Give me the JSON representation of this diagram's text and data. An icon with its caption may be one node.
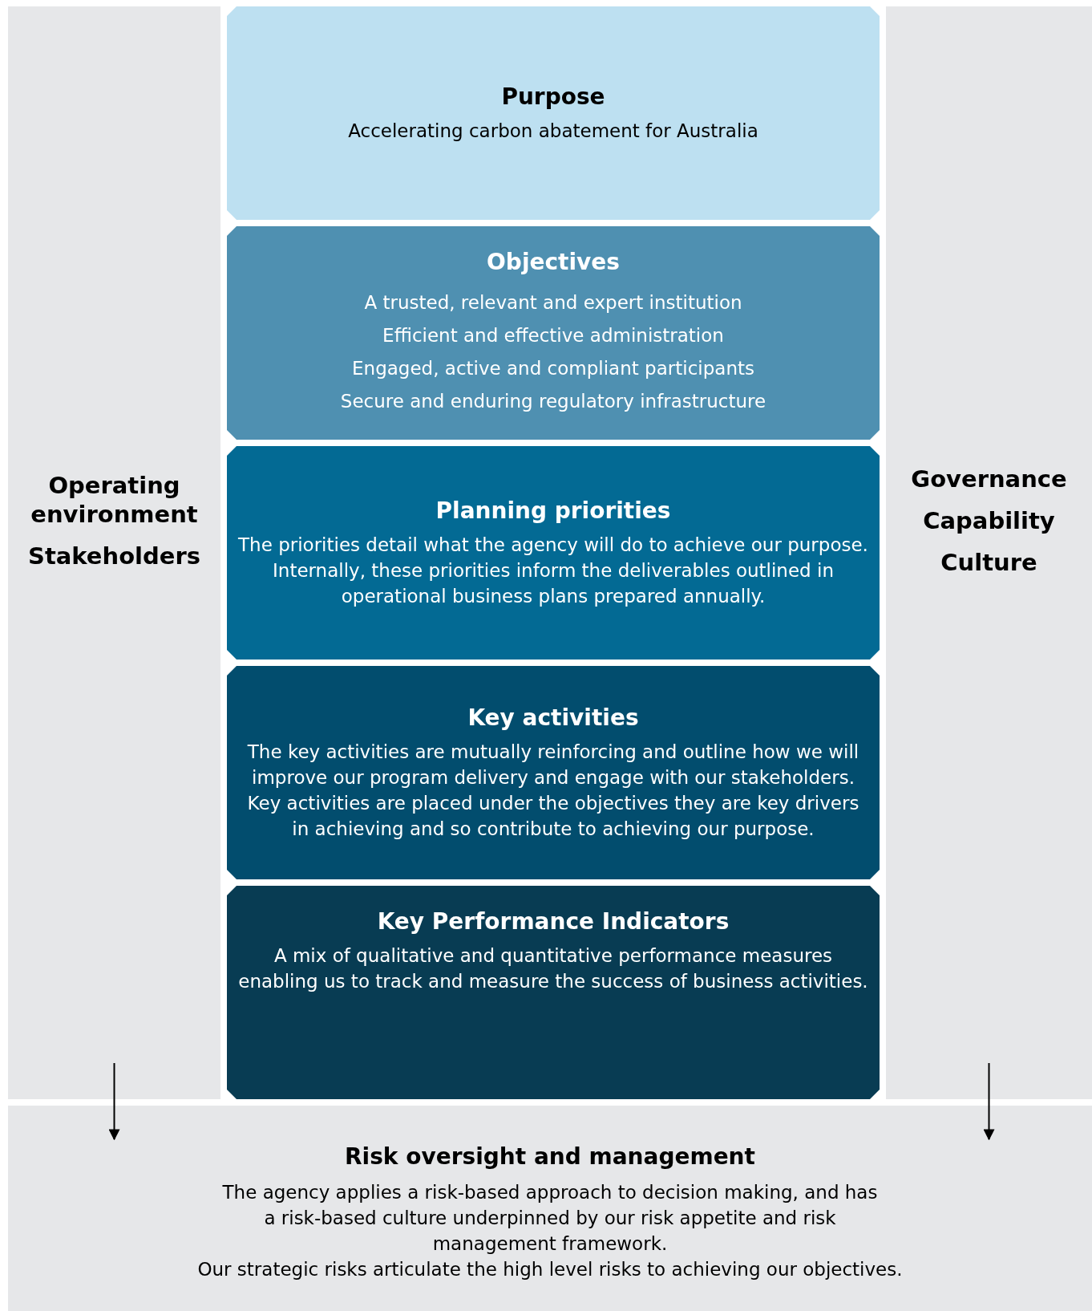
{
  "diagram": {
    "nodes": [
      {
        "text": [
          "Operating environment",
          "Stakeholders"
        ]
      },
      {
        "text": [
          "Purpose",
          "Accelerating carbon abatement for Australia"
        ]
      },
      {
        "text": [
          "Objectives",
          "A trusted, relevant and expert institution",
          "Efficient and effective administration",
          "Engaged, active and compliant participants",
          "Secure and enduring regulatory infrastructure"
        ]
      },
      {
        "text": [
          "Planning priorities",
          "The priorities detail what the agency will do to achieve our purpose. Internally, these priorities inform the deliverables outlined in operational business plans prepared annually."
        ]
      },
      {
        "text": [
          "Key activities",
          "The key activities are mutually reinforcing and outline how we will improve our program delivery and engage with our stakeholders. Key activities are placed under the objectives they are key drivers in achieving and so contribute to achieving our purpose."
        ]
      },
      {
        "text": [
          "Key Performance Indicators",
          "A mix of qualitative and quantitative performance measures enabling us to track and measure the success of business activities."
        ]
      },
      {
        "text": [
          "Governance",
          "Capability",
          "Culture"
        ]
      },
      {
        "text": [
          "Risk oversight and management",
          "The agency applies a risk-based approach to decision making, and has a risk-based culture underpinned by our risk appetite and risk management framework.",
          "Our strategic risks articulate the high level risks to achieving our objectives."
        ]
      }
    ],
    "edges": [
      {
        "from": 0,
        "to": 7,
        "arrow": "to"
      },
      {
        "from": 6,
        "to": 7,
        "arrow": "to"
      }
    ]
  }
}
